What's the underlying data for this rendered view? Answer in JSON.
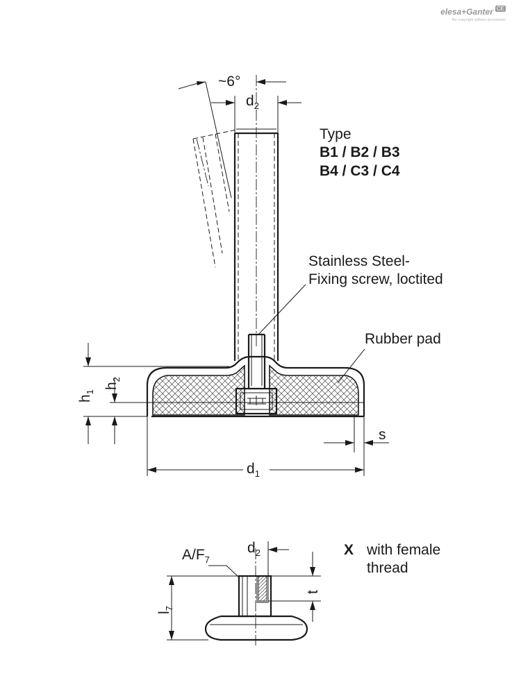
{
  "brand": {
    "name": "elesa+Ganter",
    "badge": "CE",
    "copyright": "No copyright without permission"
  },
  "main_view": {
    "angle_label": "~6°",
    "d2": {
      "main": "d",
      "sub": "2"
    },
    "type_heading": "Type",
    "type_line_1": "B1 / B2 / B3",
    "type_line_2": "B4 / C3 / C4",
    "screw_note_line_1": "Stainless Steel-",
    "screw_note_line_2": "Fixing screw, loctited",
    "pad_note": "Rubber pad",
    "h1": {
      "main": "h",
      "sub": "1"
    },
    "h2": {
      "main": "h",
      "sub": "2"
    },
    "s": "s",
    "d1": {
      "main": "d",
      "sub": "1"
    }
  },
  "detail_view": {
    "af": {
      "main": "A/F",
      "sub": "7"
    },
    "d2": {
      "main": "d",
      "sub": "2"
    },
    "t": "t",
    "l7": {
      "main": "l",
      "sub": "7"
    },
    "marker": "X",
    "note_line_1": "with female",
    "note_line_2": "thread"
  }
}
